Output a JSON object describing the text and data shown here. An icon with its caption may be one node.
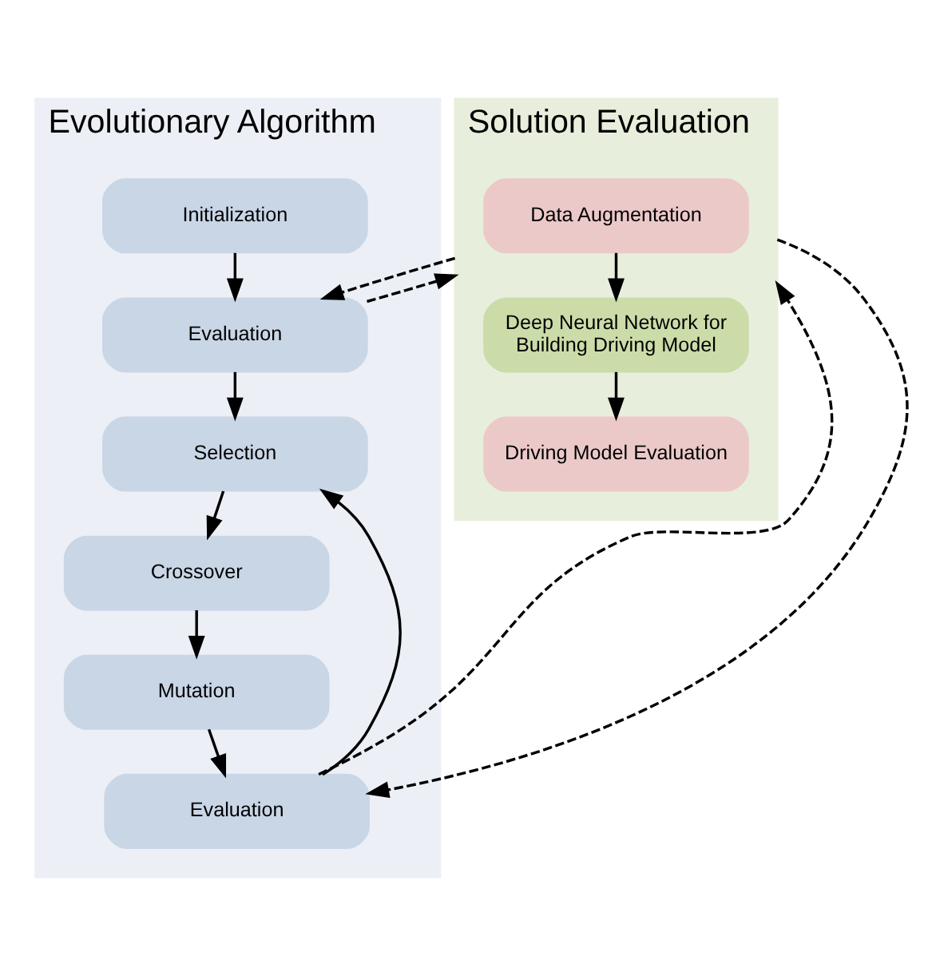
{
  "diagram": {
    "nodes": [
      {
        "text": [
          "Evolutionary Algorithm"
        ]
      },
      {
        "text": [
          "Initialization"
        ],
        "in": 0
      },
      {
        "text": [
          "Evaluation"
        ],
        "in": 0
      },
      {
        "text": [
          "Selection"
        ],
        "in": 0
      },
      {
        "text": [
          "Crossover"
        ],
        "in": 0
      },
      {
        "text": [
          "Mutation"
        ],
        "in": 0
      },
      {
        "text": [
          "Evaluation"
        ],
        "in": 0
      },
      {
        "text": [
          "Solution Evaluation"
        ]
      },
      {
        "text": [
          "Data Augmentation"
        ],
        "in": 7
      },
      {
        "text": [
          "Deep Neural Network for Building Driving Model"
        ],
        "in": 7
      },
      {
        "text": [
          "Driving Model Evaluation"
        ],
        "in": 7
      }
    ],
    "edges": [
      {
        "from": 1,
        "to": 2,
        "arrow": "to"
      },
      {
        "from": 2,
        "to": 3,
        "arrow": "to"
      },
      {
        "from": 3,
        "to": 4,
        "arrow": "to"
      },
      {
        "from": 4,
        "to": 5,
        "arrow": "to"
      },
      {
        "from": 5,
        "to": 6,
        "arrow": "to"
      },
      {
        "from": 6,
        "to": 3,
        "arrow": "to"
      },
      {
        "from": 2,
        "to": 7,
        "arrow": "to",
        "style": "dashed"
      },
      {
        "from": 7,
        "to": 2,
        "arrow": "to",
        "style": "dashed"
      },
      {
        "from": 6,
        "to": 7,
        "arrow": "to",
        "style": "dashed"
      },
      {
        "from": 7,
        "to": 6,
        "arrow": "to",
        "style": "dashed"
      },
      {
        "from": 8,
        "to": 9,
        "arrow": "to"
      },
      {
        "from": 9,
        "to": 10,
        "arrow": "to"
      }
    ]
  }
}
